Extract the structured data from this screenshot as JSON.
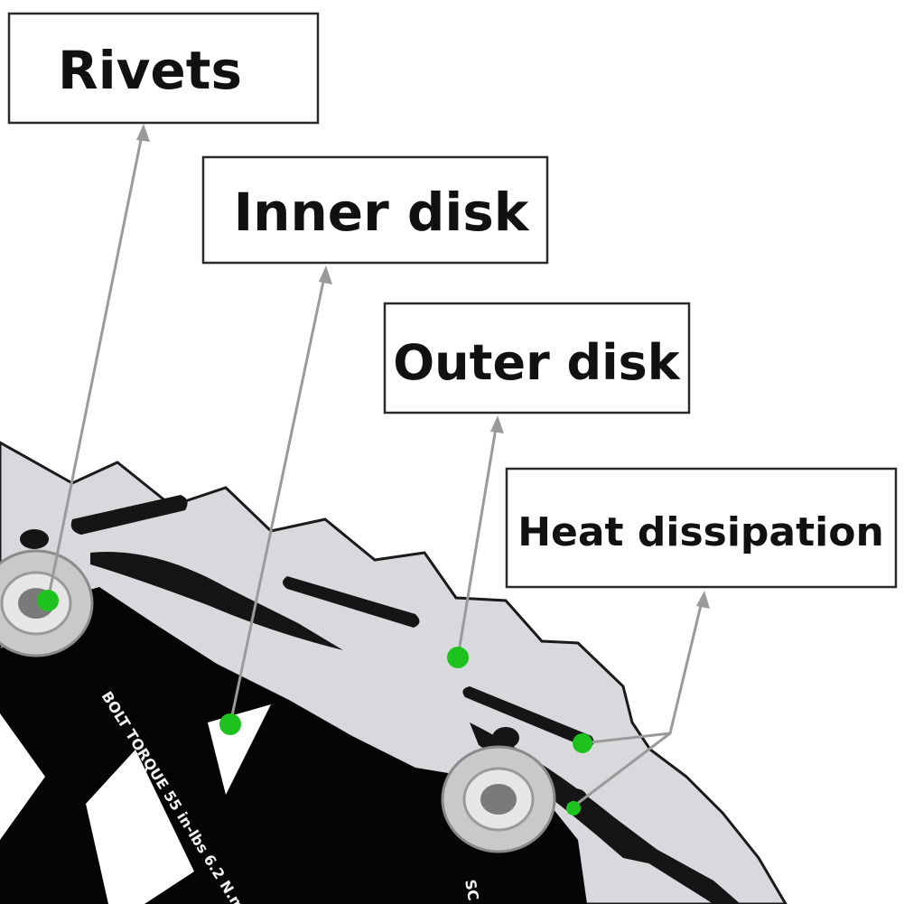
{
  "colors": {
    "marker": "#1ec21e",
    "leader": "#9a9a9a",
    "box_border": "#2a2a2a",
    "inner_disk": "#050505",
    "outer_disk": "#d7d9dc"
  },
  "labels": {
    "rivets": "Rivets",
    "inner_disk": "Inner disk",
    "outer_disk": "Outer disk",
    "heat_dissipation": "Heat dissipation"
  },
  "printed_on_part": {
    "torque": "BOLT TORQUE 55 in-lbs 6.2 N.m",
    "edge_fragment": "SC"
  }
}
